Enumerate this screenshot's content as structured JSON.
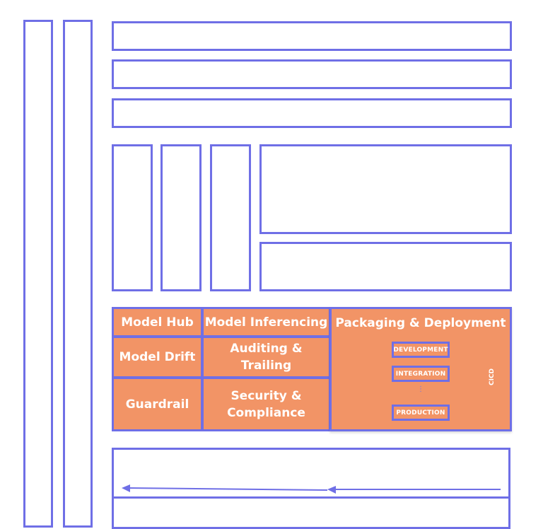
{
  "colors": {
    "outline": "#6f6fe6",
    "fill": "#f29466",
    "text": "#ffffff"
  },
  "grid": {
    "model_hub": "Model Hub",
    "model_inferencing": "Model Inferencing",
    "packaging_deployment": "Packaging & Deployment",
    "model_drift": "Model Drift",
    "auditing_trailing": "Auditing & Trailing",
    "guardrail": "Guardrail",
    "security_compliance_line1": "Security &",
    "security_compliance_line2": "Compliance"
  },
  "pipeline": {
    "stages": [
      "DEVELOPMENT",
      "INTEGRATION",
      "PRODUCTION"
    ],
    "ellipsis": "⋮",
    "label": "CICD"
  },
  "icons": {
    "arrows": [
      "arrow-left-icon",
      "arrow-left-icon"
    ]
  }
}
